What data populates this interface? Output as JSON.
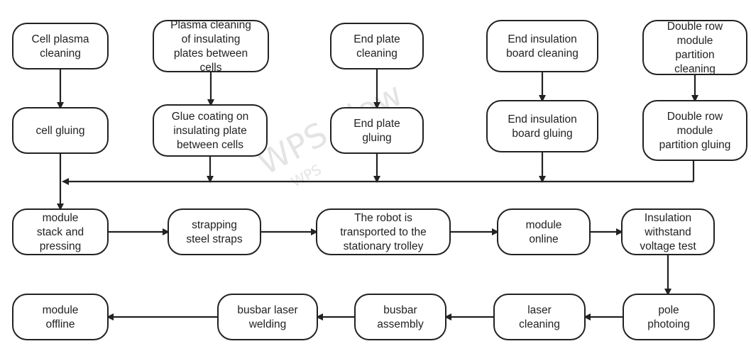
{
  "diagram": {
    "nodes": [
      {
        "id": "cell-plasma-cleaning",
        "label": "Cell plasma cleaning"
      },
      {
        "id": "plasma-cleaning-insulating-plates",
        "label": "Plasma cleaning of insulating plates between cells"
      },
      {
        "id": "end-plate-cleaning",
        "label": "End plate cleaning"
      },
      {
        "id": "end-insulation-board-cleaning",
        "label": "End insulation board cleaning"
      },
      {
        "id": "double-row-module-partition-cleaning",
        "label": "Double row module partition cleaning"
      },
      {
        "id": "cell-gluing",
        "label": "cell gluing"
      },
      {
        "id": "glue-coating-insulating-plate",
        "label": "Glue coating on insulating plate between cells"
      },
      {
        "id": "end-plate-gluing",
        "label": "End plate gluing"
      },
      {
        "id": "end-insulation-board-gluing",
        "label": "End insulation board gluing"
      },
      {
        "id": "double-row-module-partition-gluing",
        "label": "Double row module partition gluing"
      },
      {
        "id": "module-stack-and-pressing",
        "label": "module stack and pressing"
      },
      {
        "id": "strapping-steel-straps",
        "label": "strapping steel straps"
      },
      {
        "id": "robot-transported",
        "label": "The robot is transported to the stationary trolley"
      },
      {
        "id": "module-online",
        "label": "module online"
      },
      {
        "id": "insulation-withstand-voltage-test",
        "label": "Insulation withstand voltage test"
      },
      {
        "id": "pole-photoing",
        "label": "pole photoing"
      },
      {
        "id": "laser-cleaning",
        "label": "laser cleaning"
      },
      {
        "id": "busbar-assembly",
        "label": "busbar assembly"
      },
      {
        "id": "busbar-laser-welding",
        "label": "busbar laser welding"
      },
      {
        "id": "module-offline",
        "label": "module offline"
      }
    ],
    "edges": [
      {
        "from": "cell-plasma-cleaning",
        "to": "cell-gluing"
      },
      {
        "from": "plasma-cleaning-insulating-plates",
        "to": "glue-coating-insulating-plate"
      },
      {
        "from": "end-plate-cleaning",
        "to": "end-plate-gluing"
      },
      {
        "from": "end-insulation-board-cleaning",
        "to": "end-insulation-board-gluing"
      },
      {
        "from": "double-row-module-partition-cleaning",
        "to": "double-row-module-partition-gluing"
      },
      {
        "from": "cell-gluing",
        "to": "module-stack-and-pressing"
      },
      {
        "from": "glue-coating-insulating-plate",
        "to": "module-stack-and-pressing"
      },
      {
        "from": "end-plate-gluing",
        "to": "module-stack-and-pressing"
      },
      {
        "from": "end-insulation-board-gluing",
        "to": "module-stack-and-pressing"
      },
      {
        "from": "double-row-module-partition-gluing",
        "to": "module-stack-and-pressing"
      },
      {
        "from": "module-stack-and-pressing",
        "to": "strapping-steel-straps"
      },
      {
        "from": "strapping-steel-straps",
        "to": "robot-transported"
      },
      {
        "from": "robot-transported",
        "to": "module-online"
      },
      {
        "from": "module-online",
        "to": "insulation-withstand-voltage-test"
      },
      {
        "from": "insulation-withstand-voltage-test",
        "to": "pole-photoing"
      },
      {
        "from": "pole-photoing",
        "to": "laser-cleaning"
      },
      {
        "from": "laser-cleaning",
        "to": "busbar-assembly"
      },
      {
        "from": "busbar-assembly",
        "to": "busbar-laser-welding"
      },
      {
        "from": "busbar-laser-welding",
        "to": "module-offline"
      }
    ]
  },
  "watermark": {
    "main": "WPS Flow",
    "sub": "WPS"
  },
  "colors": {
    "stroke": "#222222",
    "text": "#222222",
    "background": "#ffffff",
    "watermark": "#cfcfcf"
  }
}
